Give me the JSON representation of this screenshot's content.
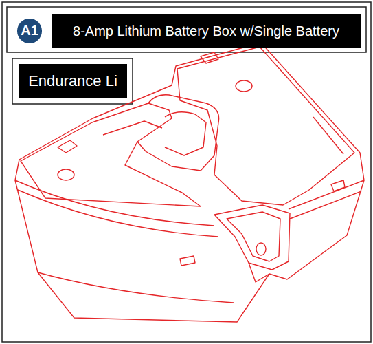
{
  "diagram": {
    "title": "8-Amp Lithium Battery Box w/Single Battery",
    "nodes": [
      {
        "text": [
          "A1"
        ]
      },
      {
        "text": [
          "Endurance Li"
        ]
      }
    ]
  }
}
